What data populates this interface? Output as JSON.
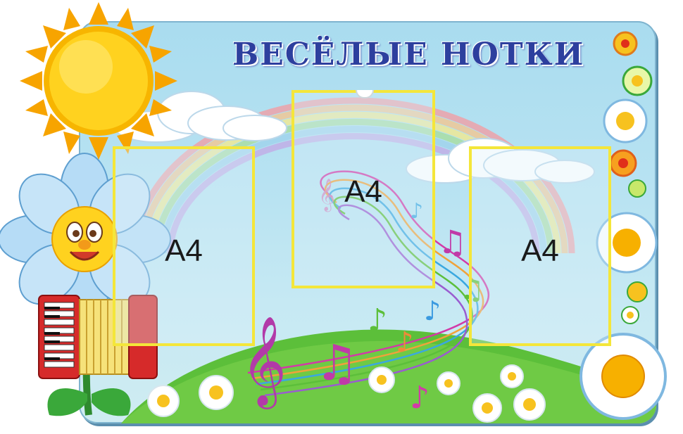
{
  "title": "ВЕСЁЛЫЕ НОТКИ",
  "pockets": [
    {
      "label": "A4"
    },
    {
      "label": "A4"
    },
    {
      "label": "A4"
    }
  ],
  "colors": {
    "title": "#2d3f9e",
    "pocket_border": "#f4e63a",
    "board_sky": "#b9e3f2",
    "grass": "#5cbf3a",
    "sun": "#f7b500"
  },
  "icons": [
    "sun-icon",
    "cloud-icon",
    "rainbow-icon",
    "treble-clef-icon",
    "music-note-icon",
    "daisy-flower-icon",
    "accordion-icon"
  ]
}
